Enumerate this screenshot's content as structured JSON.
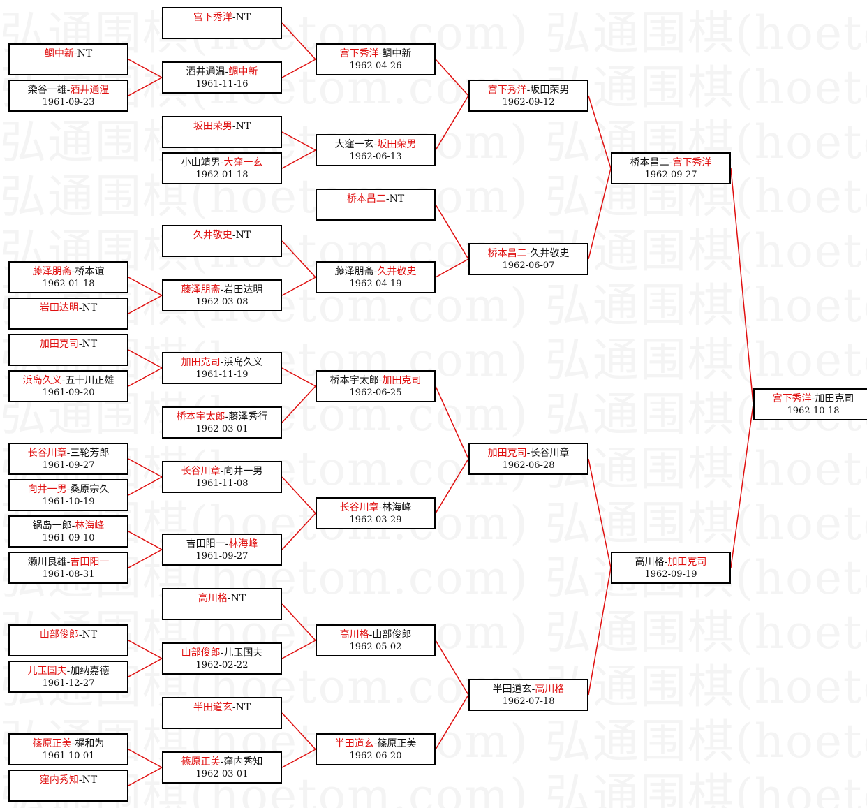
{
  "watermark": "弘通围棋(hoetom.com)",
  "colors": {
    "winner": "#e01010",
    "line": "#e01010",
    "text": "#111111",
    "border": "#000000"
  },
  "matches": [
    {
      "id": "r1-1",
      "p1": "鲷中新",
      "p2": "NT",
      "winner": 1,
      "date": ""
    },
    {
      "id": "r1-2",
      "p1": "染谷一雄",
      "p2": "酒井通温",
      "winner": 2,
      "date": "1961-09-23"
    },
    {
      "id": "r1-3",
      "p1": "藤泽朋斋",
      "p2": "桥本谊",
      "winner": 1,
      "date": "1962-01-18"
    },
    {
      "id": "r1-4",
      "p1": "岩田达明",
      "p2": "NT",
      "winner": 1,
      "date": ""
    },
    {
      "id": "r1-5",
      "p1": "加田克司",
      "p2": "NT",
      "winner": 1,
      "date": ""
    },
    {
      "id": "r1-6",
      "p1": "浜岛久义",
      "p2": "五十川正雄",
      "winner": 1,
      "date": "1961-09-20"
    },
    {
      "id": "r1-7",
      "p1": "长谷川章",
      "p2": "三轮芳郎",
      "winner": 1,
      "date": "1961-09-27"
    },
    {
      "id": "r1-8",
      "p1": "向井一男",
      "p2": "桑原宗久",
      "winner": 1,
      "date": "1961-10-19"
    },
    {
      "id": "r1-9",
      "p1": "锅岛一郎",
      "p2": "林海峰",
      "winner": 2,
      "date": "1961-09-10"
    },
    {
      "id": "r1-10",
      "p1": "濑川良雄",
      "p2": "吉田阳一",
      "winner": 2,
      "date": "1961-08-31"
    },
    {
      "id": "r1-11",
      "p1": "山部俊郎",
      "p2": "NT",
      "winner": 1,
      "date": ""
    },
    {
      "id": "r1-12",
      "p1": "儿玉国夫",
      "p2": "加纳嘉德",
      "winner": 1,
      "date": "1961-12-27"
    },
    {
      "id": "r1-13",
      "p1": "篠原正美",
      "p2": "梶和为",
      "winner": 1,
      "date": "1961-10-01"
    },
    {
      "id": "r1-14",
      "p1": "窪内秀知",
      "p2": "NT",
      "winner": 1,
      "date": ""
    },
    {
      "id": "r2-1",
      "p1": "宫下秀洋",
      "p2": "NT",
      "winner": 1,
      "date": ""
    },
    {
      "id": "r2-2",
      "p1": "酒井通温",
      "p2": "鲷中新",
      "winner": 2,
      "date": "1961-11-16"
    },
    {
      "id": "r2-3",
      "p1": "坂田荣男",
      "p2": "NT",
      "winner": 1,
      "date": ""
    },
    {
      "id": "r2-4",
      "p1": "小山靖男",
      "p2": "大窪一玄",
      "winner": 2,
      "date": "1962-01-18"
    },
    {
      "id": "r2-5",
      "p1": "久井敬史",
      "p2": "NT",
      "winner": 1,
      "date": ""
    },
    {
      "id": "r2-6",
      "p1": "藤泽朋斋",
      "p2": "岩田达明",
      "winner": 1,
      "date": "1962-03-08"
    },
    {
      "id": "r2-7",
      "p1": "加田克司",
      "p2": "浜岛久义",
      "winner": 1,
      "date": "1961-11-19"
    },
    {
      "id": "r2-8",
      "p1": "桥本宇太郎",
      "p2": "藤泽秀行",
      "winner": 1,
      "date": "1962-03-01"
    },
    {
      "id": "r2-9",
      "p1": "长谷川章",
      "p2": "向井一男",
      "winner": 1,
      "date": "1961-11-08"
    },
    {
      "id": "r2-10",
      "p1": "吉田阳一",
      "p2": "林海峰",
      "winner": 2,
      "date": "1961-09-27"
    },
    {
      "id": "r2-11",
      "p1": "高川格",
      "p2": "NT",
      "winner": 1,
      "date": ""
    },
    {
      "id": "r2-12",
      "p1": "山部俊郎",
      "p2": "儿玉国夫",
      "winner": 1,
      "date": "1962-02-22"
    },
    {
      "id": "r2-13",
      "p1": "半田道玄",
      "p2": "NT",
      "winner": 1,
      "date": ""
    },
    {
      "id": "r2-14",
      "p1": "篠原正美",
      "p2": "窪内秀知",
      "winner": 1,
      "date": "1962-03-01"
    },
    {
      "id": "r3-1",
      "p1": "宫下秀洋",
      "p2": "鲷中新",
      "winner": 1,
      "date": "1962-04-26"
    },
    {
      "id": "r3-2",
      "p1": "大窪一玄",
      "p2": "坂田荣男",
      "winner": 2,
      "date": "1962-06-13"
    },
    {
      "id": "r3-3",
      "p1": "桥本昌二",
      "p2": "NT",
      "winner": 1,
      "date": ""
    },
    {
      "id": "r3-4",
      "p1": "藤泽朋斋",
      "p2": "久井敬史",
      "winner": 2,
      "date": "1962-04-19"
    },
    {
      "id": "r3-5",
      "p1": "桥本宇太郎",
      "p2": "加田克司",
      "winner": 2,
      "date": "1962-06-25"
    },
    {
      "id": "r3-6",
      "p1": "长谷川章",
      "p2": "林海峰",
      "winner": 1,
      "date": "1962-03-29"
    },
    {
      "id": "r3-7",
      "p1": "高川格",
      "p2": "山部俊郎",
      "winner": 1,
      "date": "1962-05-02"
    },
    {
      "id": "r3-8",
      "p1": "半田道玄",
      "p2": "篠原正美",
      "winner": 1,
      "date": "1962-06-20"
    },
    {
      "id": "r4-1",
      "p1": "宫下秀洋",
      "p2": "坂田荣男",
      "winner": 1,
      "date": "1962-09-12"
    },
    {
      "id": "r4-2",
      "p1": "桥本昌二",
      "p2": "久井敬史",
      "winner": 1,
      "date": "1962-06-07"
    },
    {
      "id": "r4-3",
      "p1": "加田克司",
      "p2": "长谷川章",
      "winner": 1,
      "date": "1962-06-28"
    },
    {
      "id": "r4-4",
      "p1": "半田道玄",
      "p2": "高川格",
      "winner": 2,
      "date": "1962-07-18"
    },
    {
      "id": "r5-1",
      "p1": "桥本昌二",
      "p2": "宫下秀洋",
      "winner": 2,
      "date": "1962-09-27"
    },
    {
      "id": "r5-2",
      "p1": "高川格",
      "p2": "加田克司",
      "winner": 2,
      "date": "1962-09-19"
    },
    {
      "id": "final",
      "p1": "宫下秀洋",
      "p2": "加田克司",
      "winner": 1,
      "date": "1962-10-18"
    }
  ]
}
